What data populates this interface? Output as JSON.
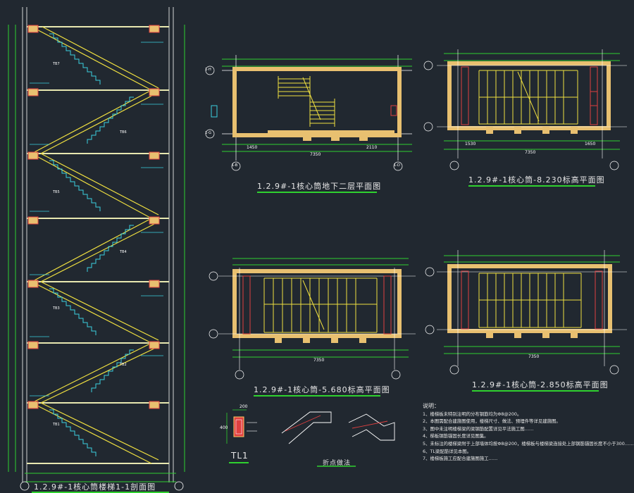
{
  "titles": {
    "section": "1.2.9#-1核心筒楼梯1-1剖面图",
    "plan_b2": "1.2.9#-1核心筒地下二层平面图",
    "plan_8230": "1.2.9#-1核心筒-8.230标高平面图",
    "plan_5680": "1.2.9#-1核心筒-5.680标高平面图",
    "plan_2850": "1.2.9#-1核心筒-2.850标高平面图",
    "tl1": "TL1",
    "node": "折点做法"
  },
  "notes": {
    "heading": "说明：",
    "items": [
      "1、楼梯板未特别注明的分布钢筋均为Φ8@200。",
      "2、本图需配合建施图使用，楼梯尺寸、做法、预埋件等详见建施图。",
      "3、图中未注明楼梯梁的梁钢筋配置详见平法施工图……",
      "4、梯板钢筋锚固长度详见图集。",
      "5、未标注的楼梯梁附于上部墙体均按Φ8@200，楼梯板与楼梯梁连接处上部钢筋锚固长度不小于300……",
      "6、TL梁配筋详见本图。",
      "7、楼梯板施工应配合建施图施工……"
    ]
  },
  "axes": {
    "h1": "1-H",
    "h2": "1-G",
    "v1": "1-B",
    "v2": "1-D"
  },
  "dims": {
    "total": "7350",
    "a": "1450",
    "b": "2110",
    "c": "1530",
    "d": "1650"
  },
  "tb_labels": [
    "TB1",
    "TB2",
    "TB3",
    "TB4",
    "TB5",
    "TB6",
    "TB7"
  ],
  "tl1_dims": {
    "w": "200",
    "h": "400"
  }
}
